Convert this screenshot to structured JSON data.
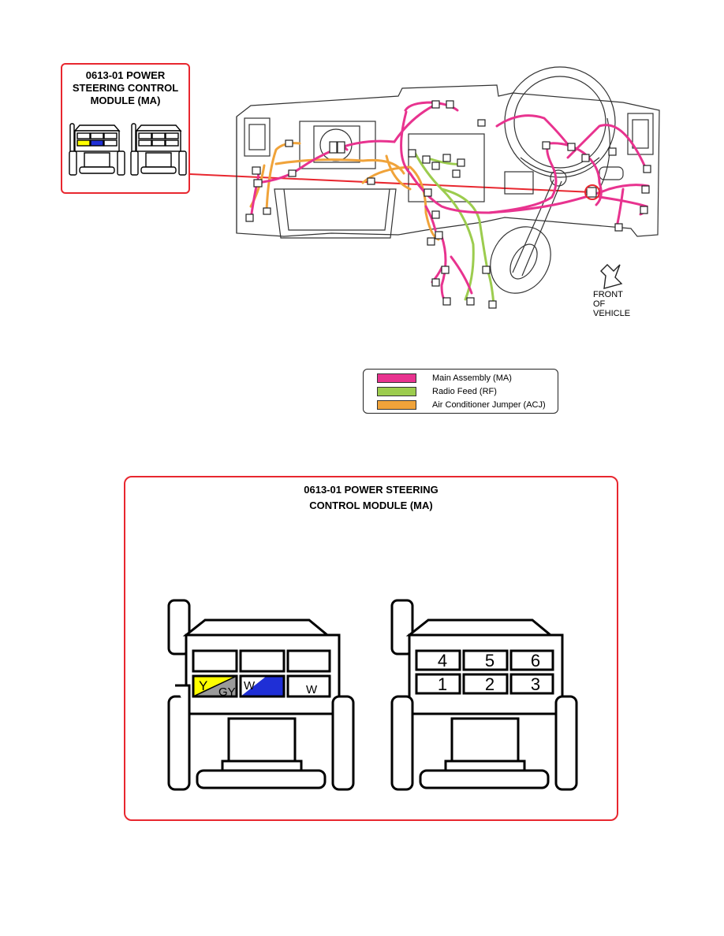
{
  "callout": {
    "title_lines": [
      "0613-01 POWER",
      "STEERING CONTROL",
      "MODULE (MA)"
    ]
  },
  "panel": {
    "title_lines": [
      "0613-01 POWER STEERING",
      "CONTROL MODULE (MA)"
    ]
  },
  "connector_wires": [
    {
      "wire_color": "Y",
      "stripe_color": "GY",
      "fill": "#ffff00",
      "stripe_fill": "#9a9a9a"
    },
    {
      "wire_color": "W",
      "stripe_color": "",
      "fill": "#1f2fd6"
    },
    {
      "wire_color": "W",
      "stripe_color": "",
      "fill": "#ffffff"
    }
  ],
  "pin_numbers": {
    "top": [
      "4",
      "5",
      "6"
    ],
    "bottom": [
      "1",
      "2",
      "3"
    ]
  },
  "legend": [
    {
      "label": "Main Assembly (MA)",
      "color": "#e8338f"
    },
    {
      "label": "Radio Feed (RF)",
      "color": "#9ccc4e"
    },
    {
      "label": "Air Conditioner Jumper   (ACJ)",
      "color": "#f0a33a"
    }
  ],
  "front_label": [
    "FRONT",
    "OF",
    "VEHICLE"
  ],
  "colors": {
    "callout_border": "#e8272f",
    "harness_main": "#e8338f",
    "harness_radio": "#9ccc4e",
    "harness_ac": "#f0a33a"
  },
  "icons": {
    "front_arrow": "arrow-down-left-icon"
  }
}
